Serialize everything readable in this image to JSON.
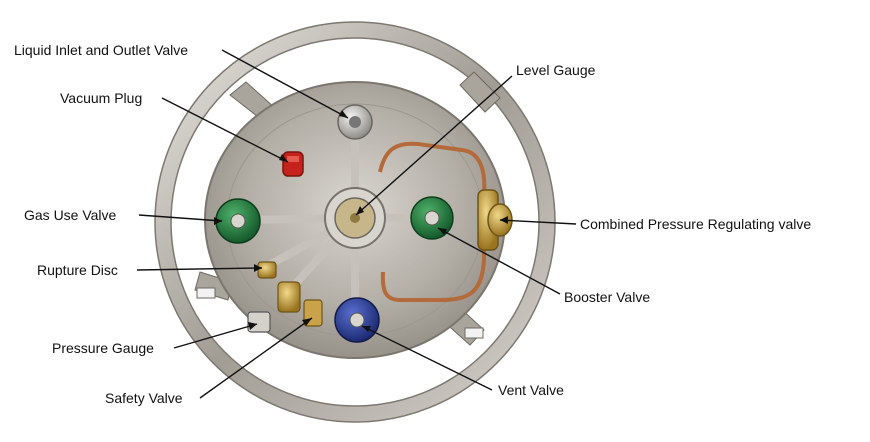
{
  "labels": {
    "liquid_valve": "Liquid Inlet and Outlet Valve",
    "vacuum_plug": "Vacuum Plug",
    "gas_use_valve": "Gas Use Valve",
    "rupture_disc": "Rupture Disc",
    "pressure_gauge": "Pressure Gauge",
    "safety_valve": "Safety Valve",
    "level_gauge": "Level Gauge",
    "combined_valve": "Combined Pressure Regulating valve",
    "booster_valve": "Booster Valve",
    "vent_valve": "Vent Valve"
  },
  "colors": {
    "valve_green": "#1f7a3e",
    "valve_blue": "#2a3f9e",
    "plug_red": "#c4221b",
    "steel": "#b9b4ad",
    "copper": "#b46a3a",
    "brass": "#c9a24a"
  },
  "icons": {
    "gas_use_valve": "green-handwheel",
    "booster_valve": "green-handwheel",
    "vent_valve": "blue-handwheel",
    "liquid_valve": "silver-handwheel",
    "vacuum_plug": "red-plug"
  }
}
